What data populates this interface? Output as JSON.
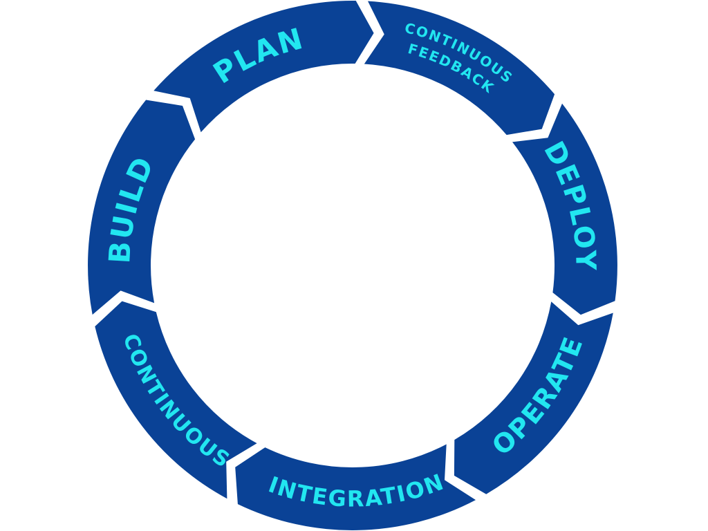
{
  "title": "DevOps lifecycle",
  "colors": {
    "segment": "#0a4296",
    "text": "#22e6f0",
    "background": "#ffffff"
  },
  "segments": [
    {
      "id": "plan",
      "lines": [
        "PLAN"
      ]
    },
    {
      "id": "continuous-feedback",
      "lines": [
        "CONTINUOUS",
        "FEEDBACK"
      ]
    },
    {
      "id": "deploy",
      "lines": [
        "DEPLOY"
      ]
    },
    {
      "id": "operate",
      "lines": [
        "OPERATE"
      ]
    },
    {
      "id": "integration",
      "lines": [
        "INTEGRATION"
      ]
    },
    {
      "id": "continuous",
      "lines": [
        "CONTINUOUS"
      ]
    },
    {
      "id": "build",
      "lines": [
        "BUILD"
      ]
    }
  ]
}
